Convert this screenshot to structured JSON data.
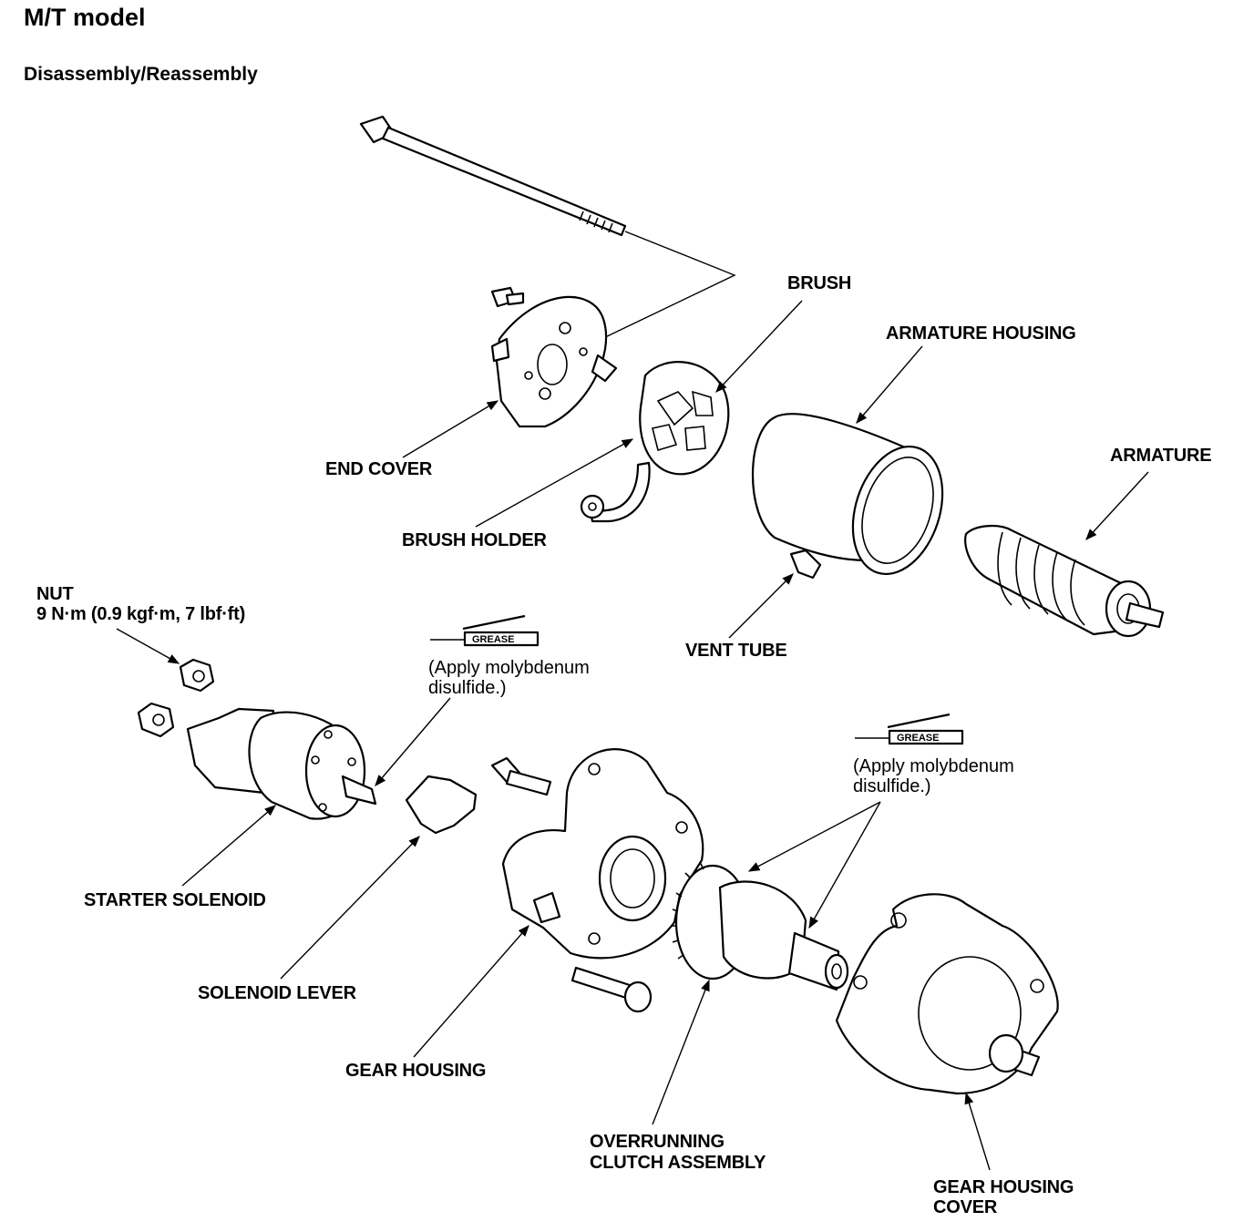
{
  "header": {
    "title": "M/T model",
    "subtitle": "Disassembly/Reassembly"
  },
  "labels": {
    "brush": "BRUSH",
    "armature_housing": "ARMATURE HOUSING",
    "armature": "ARMATURE",
    "end_cover": "END COVER",
    "brush_holder": "BRUSH HOLDER",
    "nut": "NUT",
    "nut_torque": "9 N·m (0.9 kgf·m, 7 lbf·ft)",
    "vent_tube": "VENT TUBE",
    "starter_solenoid": "STARTER SOLENOID",
    "solenoid_lever": "SOLENOID LEVER",
    "gear_housing": "GEAR HOUSING",
    "overrunning_clutch_line1": "OVERRUNNING",
    "overrunning_clutch_line2": "CLUTCH ASSEMBLY",
    "gear_housing_cover_line1": "GEAR HOUSING",
    "gear_housing_cover_line2": "COVER"
  },
  "notes": {
    "grease_symbol": "GREASE",
    "grease_note_line1": "(Apply molybdenum",
    "grease_note_line2": "disulfide.)"
  }
}
